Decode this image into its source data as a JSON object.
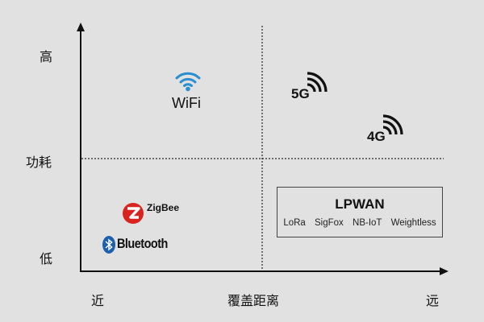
{
  "axes": {
    "y_high": "高",
    "y_title": "功耗",
    "y_low": "低",
    "x_near": "近",
    "x_title": "覆盖距离",
    "x_far": "远"
  },
  "technologies": {
    "wifi": {
      "label": "WiFi",
      "color": "#2a8fd0"
    },
    "five_g": {
      "label": "5G"
    },
    "four_g": {
      "label": "4G"
    },
    "zigbee": {
      "label": "ZigBee",
      "color": "#d9231f"
    },
    "bluetooth": {
      "label": "Bluetooth",
      "color": "#1b5fae"
    }
  },
  "lpwan": {
    "title": "LPWAN",
    "items": [
      "LoRa",
      "SigFox",
      "NB-IoT",
      "Weightless"
    ]
  }
}
